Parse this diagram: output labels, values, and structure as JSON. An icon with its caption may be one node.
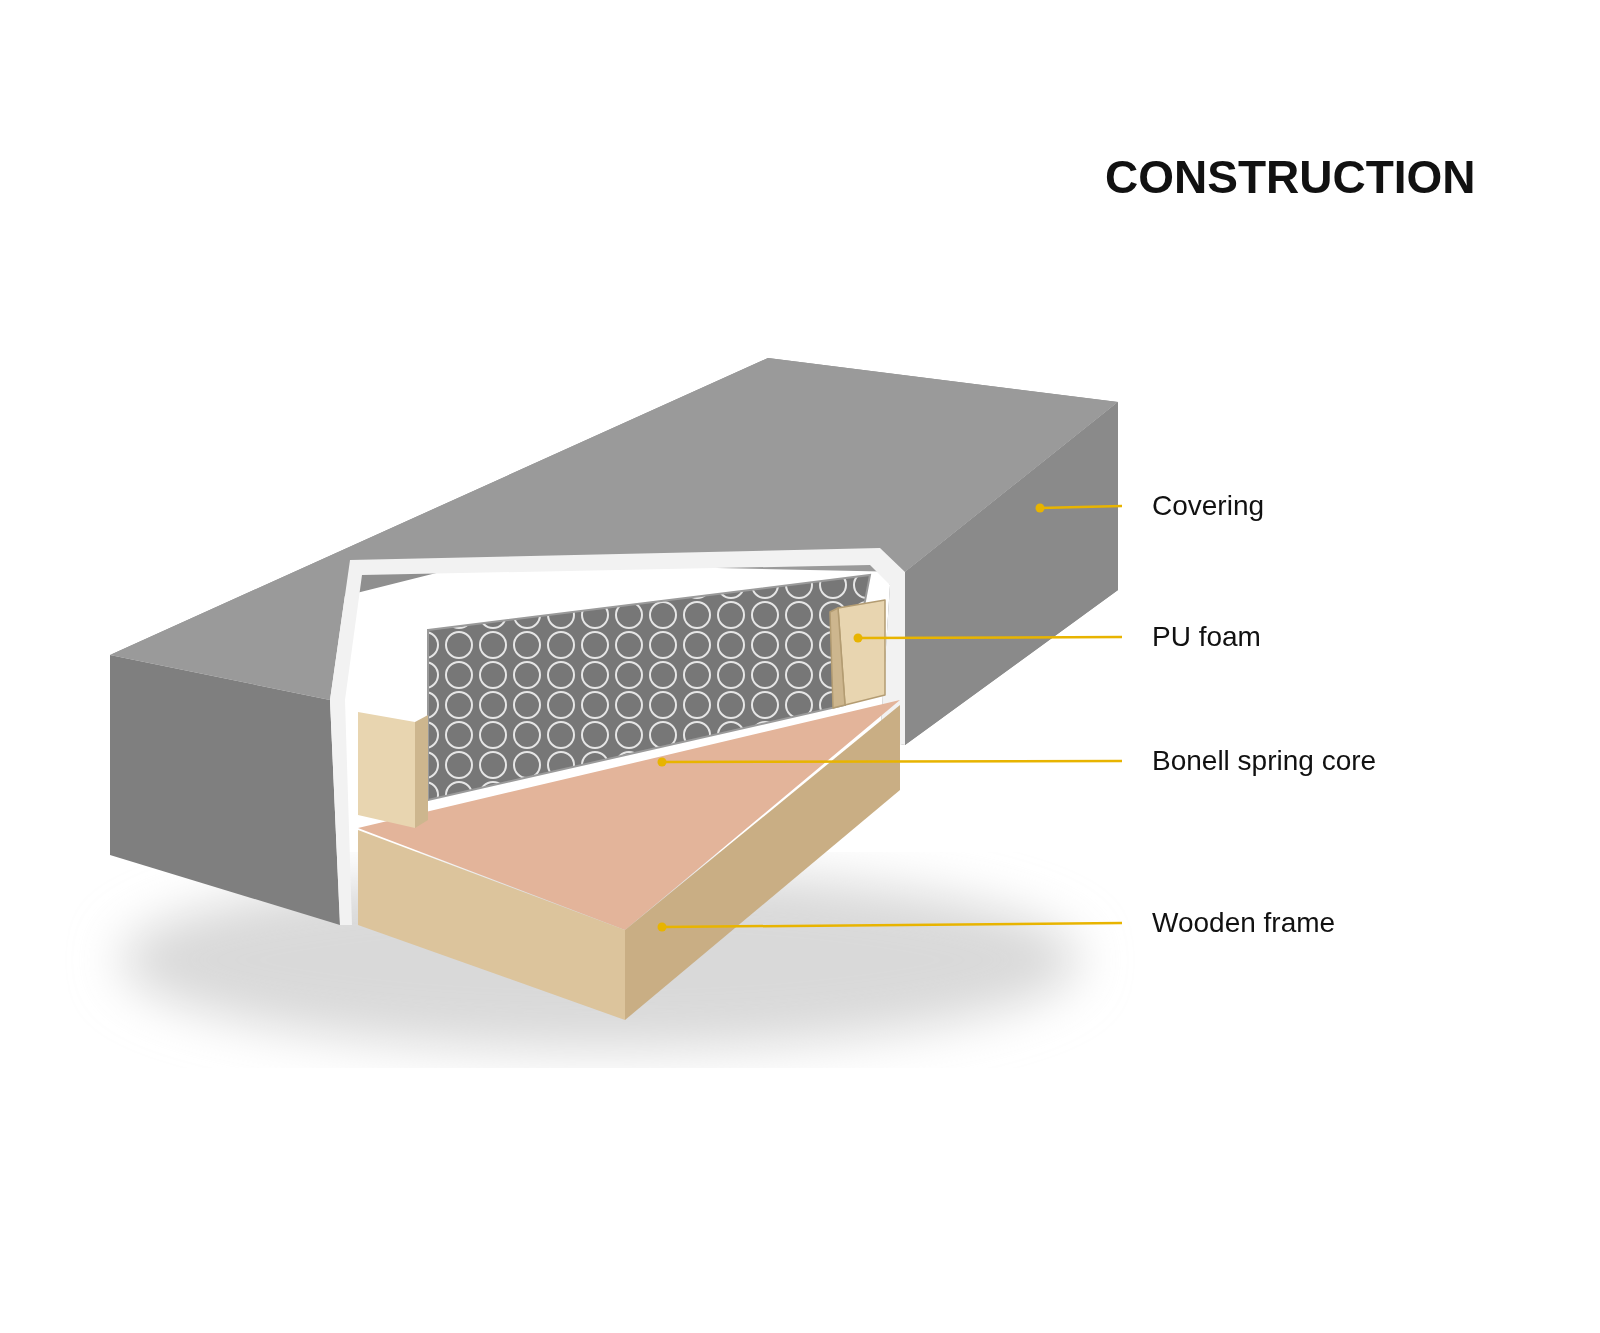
{
  "diagram": {
    "title": "CONSTRUCTION",
    "nodes": [
      {
        "text": [
          "Covering"
        ]
      },
      {
        "text": [
          "PU foam"
        ]
      },
      {
        "text": [
          "Bonell spring core"
        ]
      },
      {
        "text": [
          "Wooden frame"
        ]
      },
      {
        "text": [],
        "shape": "picture"
      },
      {
        "text": [],
        "shape": "box"
      },
      {
        "text": [],
        "shape": "picture"
      },
      {
        "text": [],
        "shape": "picture"
      }
    ],
    "edges": [
      {
        "from": 0,
        "to": 4,
        "arrow": "other"
      },
      {
        "from": 1,
        "to": 5,
        "arrow": "other"
      },
      {
        "from": 2,
        "to": 6,
        "arrow": "other"
      },
      {
        "from": 3,
        "to": 7,
        "arrow": "other"
      }
    ]
  }
}
